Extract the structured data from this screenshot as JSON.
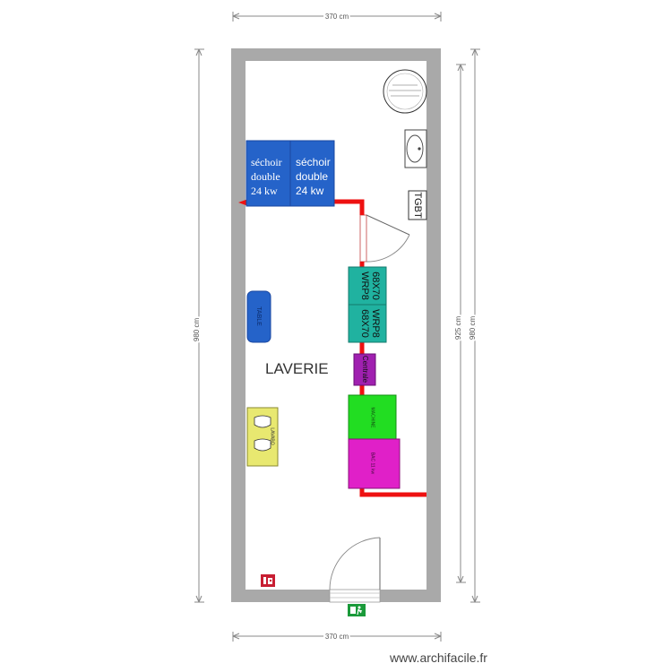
{
  "plan": {
    "room_name": "LAVERIE",
    "watermark": "www.archifacile.fr",
    "dimensions": {
      "top": "370 cm",
      "bottom": "370 cm",
      "left": "980 cm",
      "right_inner": "925 cm",
      "right_outer": "980 cm"
    }
  },
  "equipment": {
    "dryer_1": {
      "line1": "séchoir",
      "line2": "double",
      "line3": "24 kw"
    },
    "dryer_2": {
      "line1": "séchoir",
      "line2": "double",
      "line3": "24 kw"
    },
    "washer_1": {
      "line1": "WRP8",
      "line2": "68X70"
    },
    "washer_2": {
      "line1": "WRP8",
      "line2": "68X70"
    },
    "electrical_panel": "TGBT",
    "centrale": "Centrale",
    "table": "TABLE",
    "sink_unit": "LAVABO",
    "green_unit": "MACHINE",
    "magenta_unit": "BAC 11 kw"
  },
  "colors": {
    "wall": "#a9a9a9",
    "dryer": "#2563c9",
    "washer": "#20b2a0",
    "centrale": "#a020b0",
    "green_unit": "#22dd22",
    "magenta_unit": "#e020c8",
    "table": "#2563c9",
    "sink_unit": "#e8e870",
    "pipe": "#ee1111",
    "exit_sign": "#1a9a3a",
    "extinguisher": "#c81e32"
  },
  "icons": {
    "extraction": "round-vent-icon",
    "washbasin": "sink-icon",
    "fire_extinguisher": "fire-extinguisher-icon",
    "emergency_exit": "emergency-exit-icon"
  }
}
